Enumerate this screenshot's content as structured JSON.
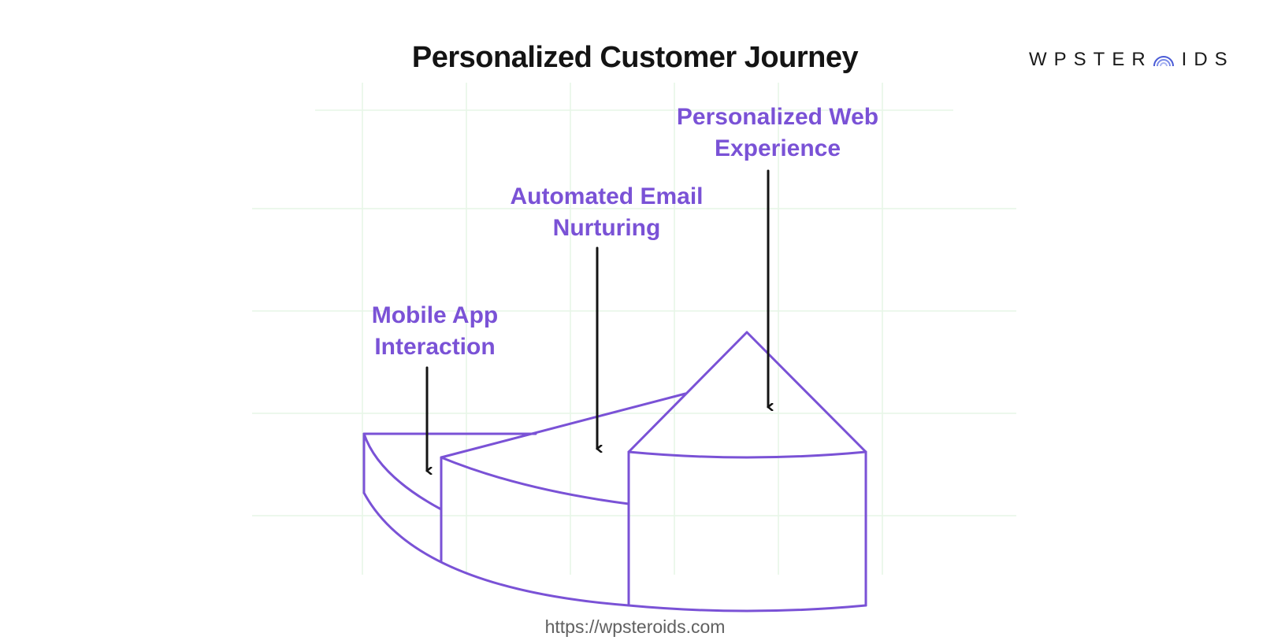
{
  "title": "Personalized Customer Journey",
  "logo": {
    "text_prefix": "WPSTER",
    "text_suffix": "IDS",
    "icon": "arc-o-icon"
  },
  "stages": [
    {
      "line1": "Mobile App",
      "line2": "Interaction"
    },
    {
      "line1": "Automated Email",
      "line2": "Nurturing"
    },
    {
      "line1": "Personalized Web",
      "line2": "Experience"
    }
  ],
  "footer_url": "https://wpsteroids.com",
  "colors": {
    "accent": "#7a52d6",
    "arrow": "#141414",
    "grid": "#e3f5e3",
    "text": "#141414"
  }
}
